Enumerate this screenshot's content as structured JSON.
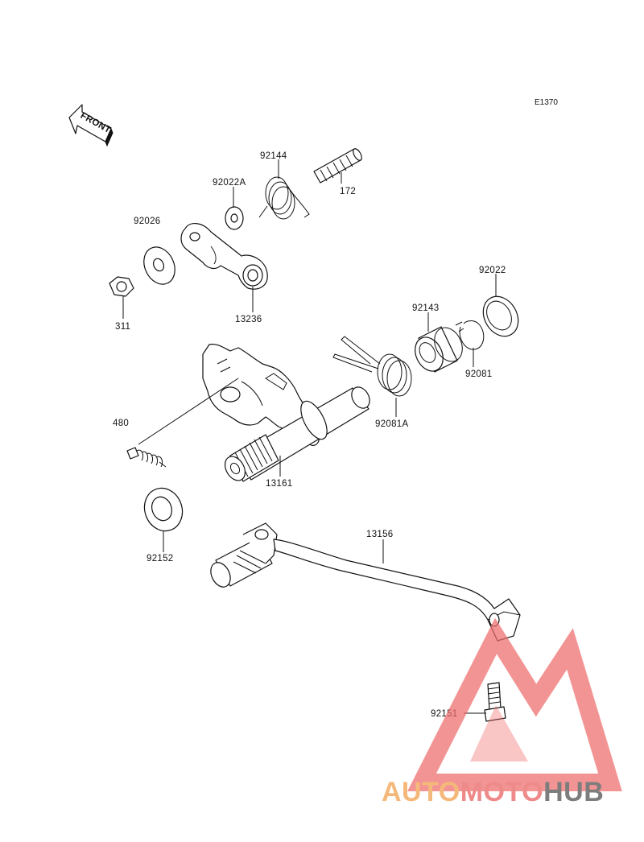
{
  "diagram_code": "E1370",
  "front_label": "FRONT",
  "parts": [
    {
      "id": "p-92144",
      "number": "92144"
    },
    {
      "id": "p-92022A",
      "number": "92022A"
    },
    {
      "id": "p-172",
      "number": "172"
    },
    {
      "id": "p-92026",
      "number": "92026"
    },
    {
      "id": "p-311",
      "number": "311"
    },
    {
      "id": "p-13236",
      "number": "13236"
    },
    {
      "id": "p-92022",
      "number": "92022"
    },
    {
      "id": "p-92143",
      "number": "92143"
    },
    {
      "id": "p-480",
      "number": "480"
    },
    {
      "id": "p-92081",
      "number": "92081"
    },
    {
      "id": "p-92081A",
      "number": "92081A"
    },
    {
      "id": "p-13161",
      "number": "13161"
    },
    {
      "id": "p-92152",
      "number": "92152"
    },
    {
      "id": "p-13156",
      "number": "13156"
    },
    {
      "id": "p-92151",
      "number": "92151"
    }
  ],
  "watermark": {
    "part1": "AUTO",
    "part2": "MOTO",
    "part3": "HUB",
    "colors": {
      "auto": "#f4b97a",
      "moto": "#ee8a8a",
      "hub": "#7d7d7d",
      "logo": "#ef6b6b"
    }
  }
}
